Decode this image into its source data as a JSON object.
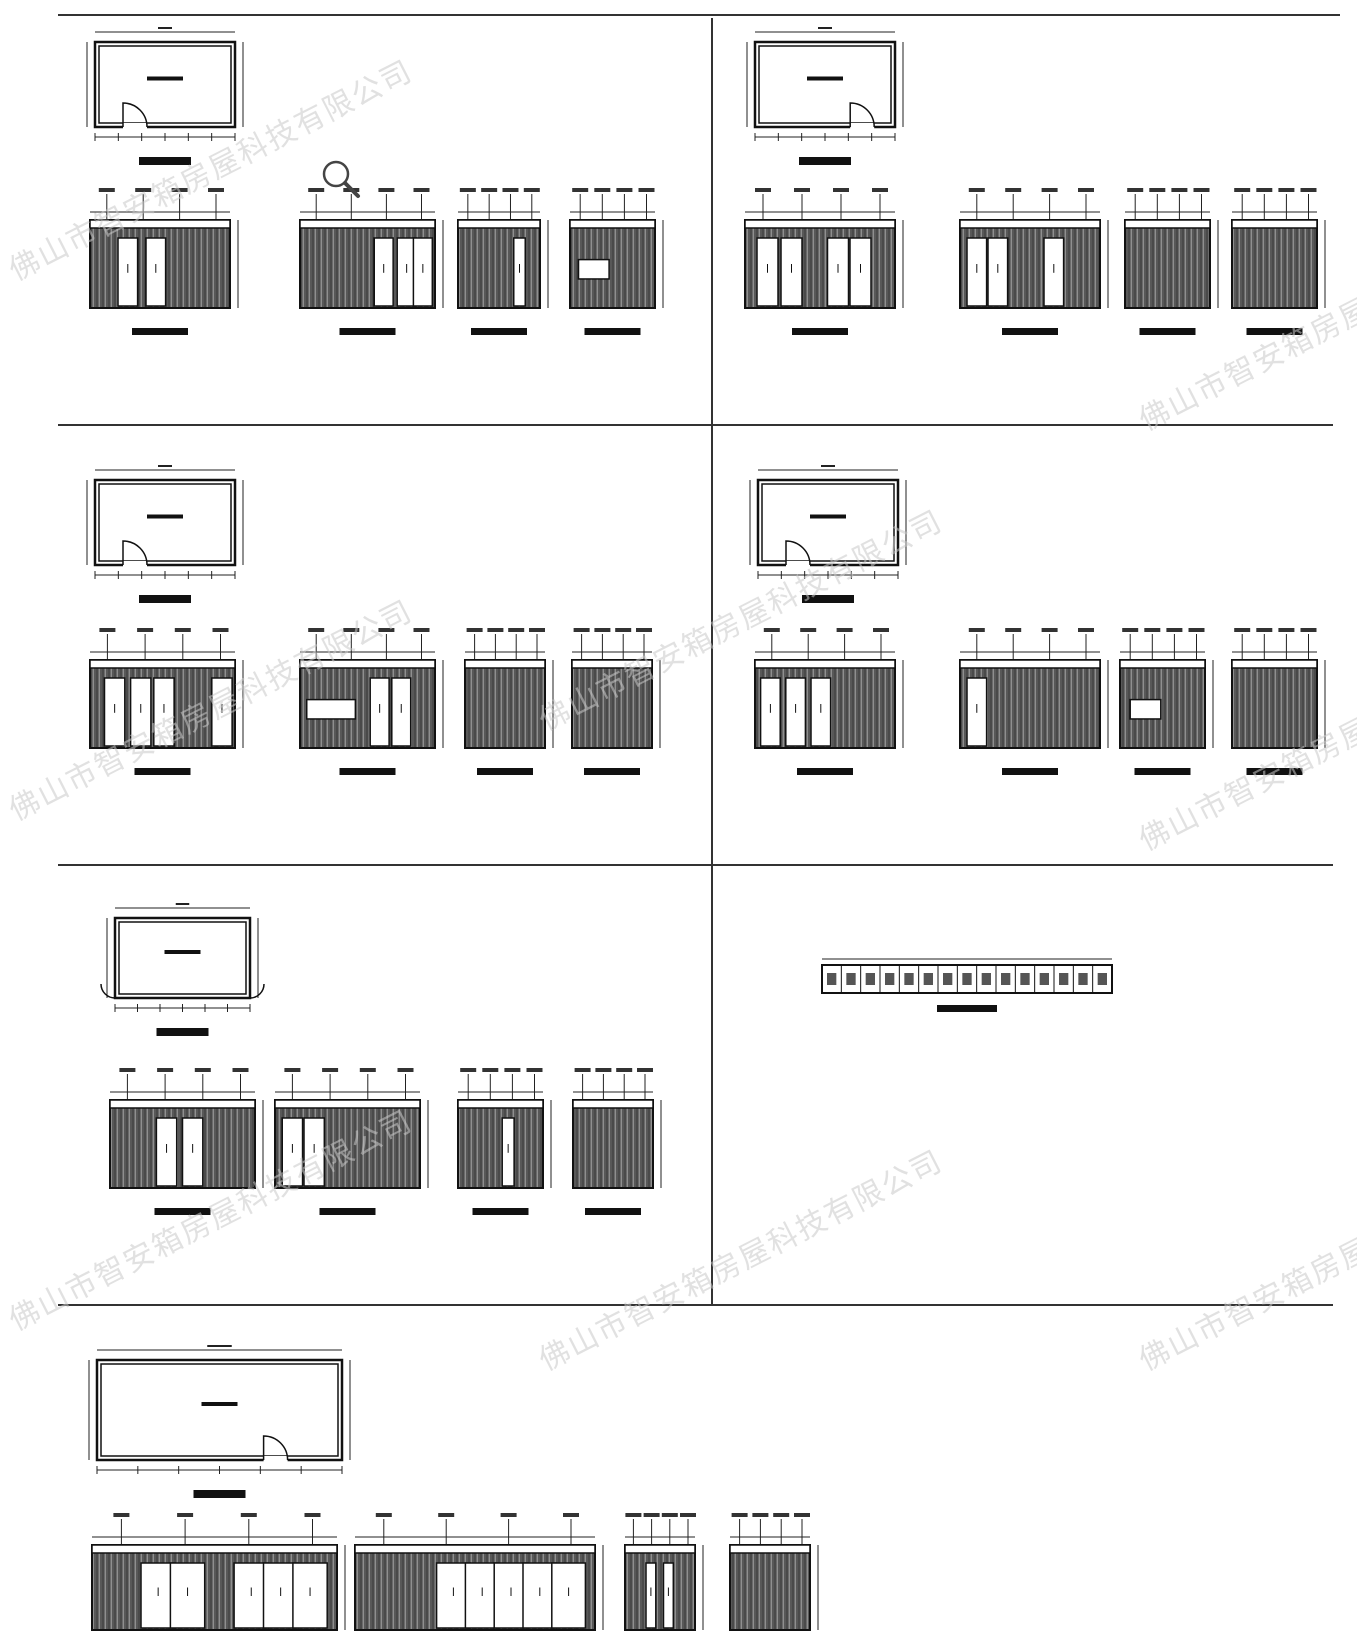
{
  "watermark": {
    "text": "佛山市智安箱房屋科技有限公司",
    "color": "#c9c9c9"
  },
  "toolbar_icon": "magnifier-icon",
  "panels": [
    {
      "id": "type-1",
      "plan_door": "bottom-left",
      "elevations": 4
    },
    {
      "id": "type-2",
      "plan_door": "bottom-right",
      "elevations": 4
    },
    {
      "id": "type-3",
      "plan_door": "bottom-left",
      "elevations": 4
    },
    {
      "id": "type-4",
      "plan_door": "bottom-left",
      "elevations": 4
    },
    {
      "id": "type-5",
      "plan_door": "side-both",
      "elevations": 4
    },
    {
      "id": "type-6",
      "plan_door": "strip",
      "elevations": 0
    },
    {
      "id": "type-7",
      "plan_door": "bottom-right",
      "elevations": 4
    }
  ]
}
